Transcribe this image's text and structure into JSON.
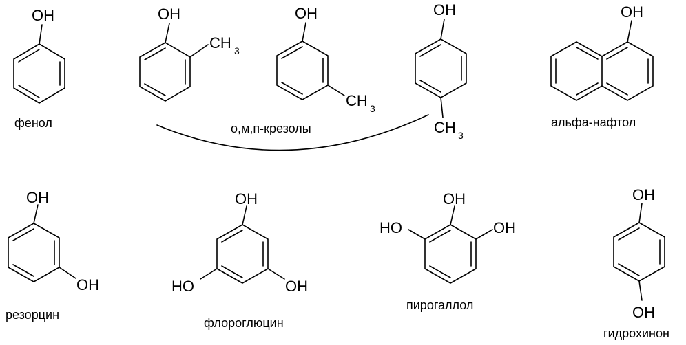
{
  "groups": {
    "oh": "OH",
    "ho": "HO",
    "ch3_main": "CH",
    "ch3_sub": "3"
  },
  "captions": {
    "phenol": "фенол",
    "cresols": "о,м,п-крезолы",
    "alpha_naphthol": "альфа-нафтол",
    "resorcinol": "резорцин",
    "phloroglucinol": "флороглюцин",
    "pyrogallol": "пирогаллол",
    "hydroquinone": "гидрохинон"
  }
}
